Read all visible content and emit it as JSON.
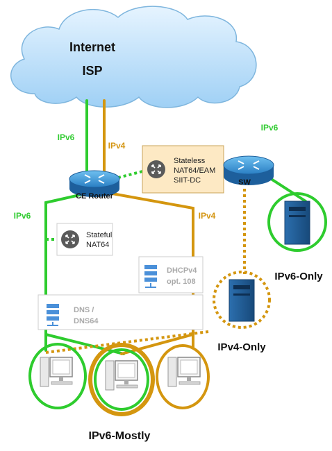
{
  "cloud": {
    "line1": "Internet",
    "line2": "ISP"
  },
  "links": {
    "ipv6_isp": "IPv6",
    "ipv4_isp": "IPv4",
    "ipv6_sw": "IPv6",
    "ipv6_left": "IPv6",
    "ipv4_right": "IPv4"
  },
  "devices": {
    "ce_router": "CE Router",
    "sw": "SW"
  },
  "boxes": {
    "stateless": [
      "Stateless",
      "NAT64/EAM",
      "SIIT-DC"
    ],
    "stateful": [
      "Stateful",
      "NAT64"
    ],
    "dhcpv4": [
      "DHCPv4",
      "opt. 108"
    ],
    "dns": [
      "DNS /",
      "DNS64"
    ]
  },
  "captions": {
    "ipv6_only": "IPv6-Only",
    "ipv4_only": "IPv4-Only",
    "ipv6_mostly": "IPv6-Mostly"
  },
  "colors": {
    "ipv6": "#2ecc2e",
    "ipv4": "#d4960f",
    "label_ipv6": "#33cc33",
    "label_ipv4": "#d49511",
    "router": "#2a7fc4",
    "server": "#1d5a92"
  }
}
